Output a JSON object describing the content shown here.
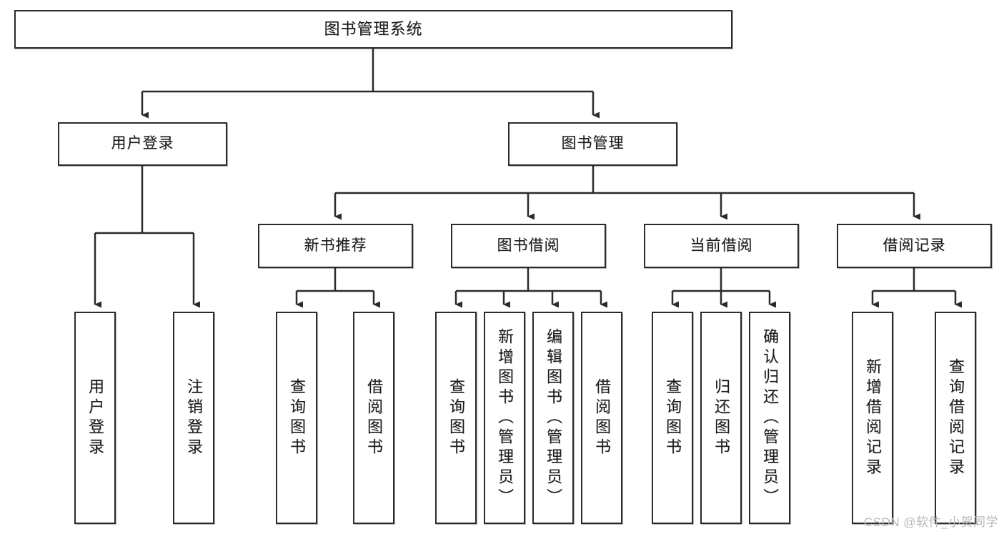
{
  "diagram": {
    "title": "图书管理系统",
    "type": "tree",
    "orientation": "top-down",
    "colors": {
      "box_border": "#2b2b2b",
      "box_fill": "#ffffff",
      "edge": "#2b2b2b",
      "text": "#1b1b1b",
      "watermark": "#b9b9b9"
    },
    "root": {
      "label": "图书管理系统"
    },
    "level2": [
      {
        "label": "用户登录"
      },
      {
        "label": "图书管理"
      }
    ],
    "level3": [
      {
        "label": "新书推荐"
      },
      {
        "label": "图书借阅"
      },
      {
        "label": "当前借阅"
      },
      {
        "label": "借阅记录"
      }
    ],
    "leaves": [
      {
        "label": "用户登录",
        "parent": "用户登录"
      },
      {
        "label": "注销登录",
        "parent": "用户登录"
      },
      {
        "label": "查询图书",
        "parent": "新书推荐"
      },
      {
        "label": "借阅图书",
        "parent": "新书推荐"
      },
      {
        "label": "查询图书",
        "parent": "图书借阅"
      },
      {
        "label": "新增图书（管理员）",
        "parent": "图书借阅"
      },
      {
        "label": "编辑图书（管理员）",
        "parent": "图书借阅"
      },
      {
        "label": "借阅图书",
        "parent": "图书借阅"
      },
      {
        "label": "查询图书",
        "parent": "当前借阅"
      },
      {
        "label": "归还图书",
        "parent": "当前借阅"
      },
      {
        "label": "确认归还（管理员）",
        "parent": "当前借阅"
      },
      {
        "label": "新增借阅记录",
        "parent": "借阅记录"
      },
      {
        "label": "查询借阅记录",
        "parent": "借阅记录"
      }
    ]
  },
  "watermark": {
    "text": "CSDN @软件_小贺同学"
  }
}
